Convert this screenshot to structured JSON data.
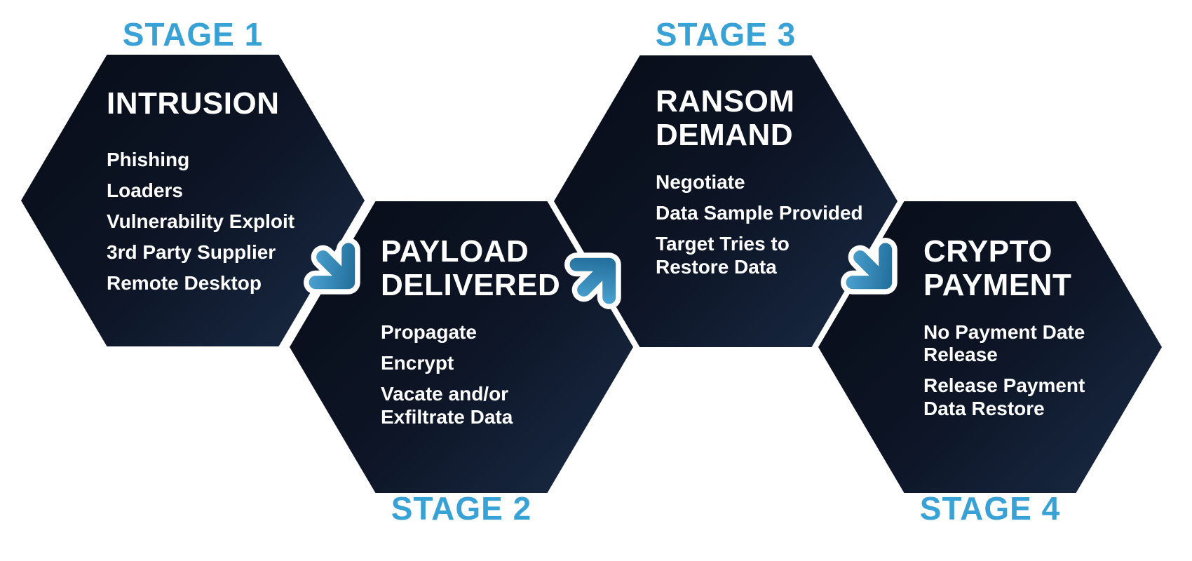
{
  "diagram": {
    "title_semantic": "Ransomware attack stages flow",
    "colors": {
      "background": "#ffffff",
      "stage_label_blue": "#38a1d6",
      "hexagon_dark": "#070c16",
      "hexagon_light": "#1a2c47",
      "arrow_blue_light": "#4da5d3",
      "arrow_blue_dark": "#1b6593",
      "arrow_outline": "#ffffff",
      "text": "#ffffff"
    },
    "stages": [
      {
        "label": "STAGE 1",
        "label_position": "top",
        "title_lines": [
          "INTRUSION"
        ],
        "items": [
          [
            "Phishing"
          ],
          [
            "Loaders"
          ],
          [
            "Vulnerability Exploit"
          ],
          [
            "3rd Party Supplier"
          ],
          [
            "Remote Desktop"
          ]
        ]
      },
      {
        "label": "STAGE 2",
        "label_position": "bottom",
        "title_lines": [
          "PAYLOAD",
          "DELIVERED"
        ],
        "items": [
          [
            "Propagate"
          ],
          [
            "Encrypt"
          ],
          [
            "Vacate and/or",
            "Exfiltrate Data"
          ]
        ]
      },
      {
        "label": "STAGE 3",
        "label_position": "top",
        "title_lines": [
          "RANSOM",
          "DEMAND"
        ],
        "items": [
          [
            "Negotiate"
          ],
          [
            "Data Sample Provided"
          ],
          [
            "Target Tries to",
            "Restore Data"
          ]
        ]
      },
      {
        "label": "STAGE 4",
        "label_position": "bottom",
        "title_lines": [
          "CRYPTO",
          "PAYMENT"
        ],
        "items": [
          [
            "No Payment Date",
            "Release"
          ],
          [
            "Release Payment",
            "Data Restore"
          ]
        ]
      }
    ],
    "arrows": [
      {
        "from": "STAGE 1",
        "to": "STAGE 2",
        "direction": "down-right"
      },
      {
        "from": "STAGE 2",
        "to": "STAGE 3",
        "direction": "up-right"
      },
      {
        "from": "STAGE 3",
        "to": "STAGE 4",
        "direction": "down-right"
      }
    ]
  }
}
